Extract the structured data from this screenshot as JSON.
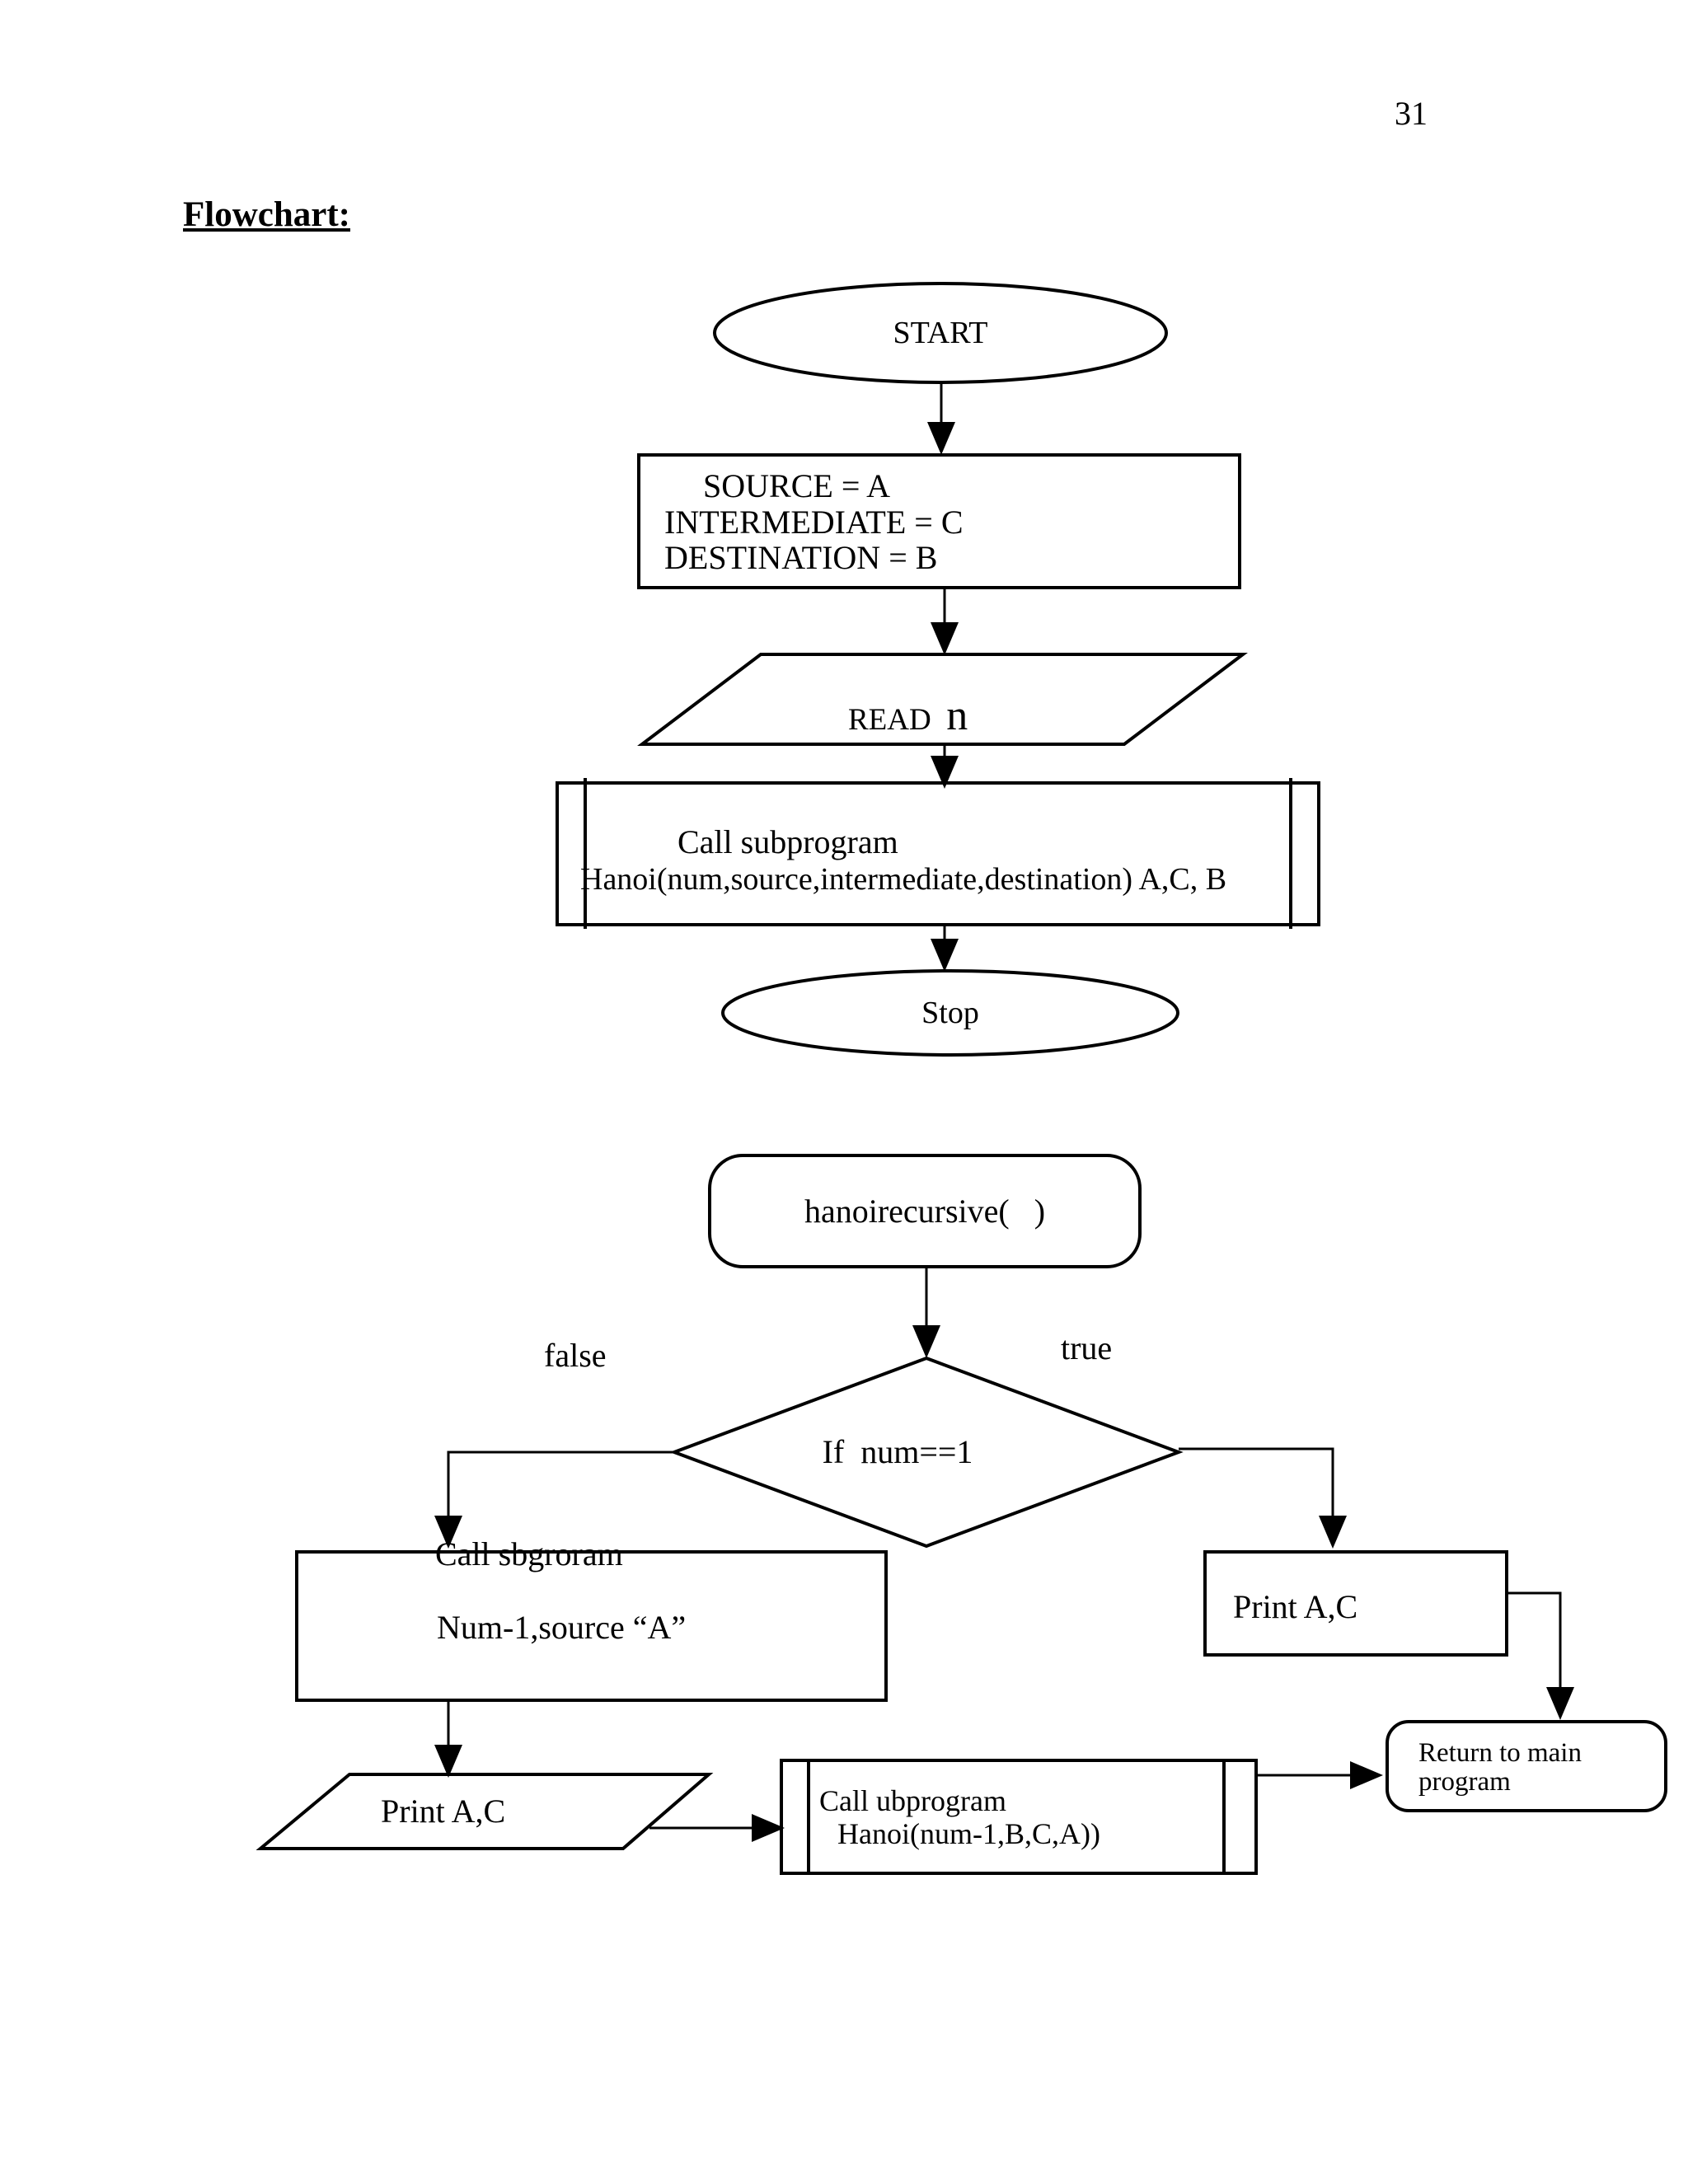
{
  "page": {
    "number": "31",
    "heading": "Flowchart:"
  },
  "colors": {
    "ink": "#000000",
    "background": "#ffffff"
  },
  "main_flow": {
    "start_label": "START",
    "init_lines": [
      "SOURCE = A",
      "INTERMEDIATE = C",
      "DESTINATION = B"
    ],
    "read": {
      "keyword": "READ",
      "variable": "n"
    },
    "call_subprogram": {
      "line1": "Call subprogram",
      "line2": "Hanoi(num,source,intermediate,destination) A,C, B"
    },
    "stop_label": "Stop"
  },
  "subprogram_flow": {
    "entry_label": "hanoirecursive(   )",
    "decision_label": "If  num==1",
    "branch_false_label": "false",
    "branch_true_label": "true",
    "call_sbgroram": {
      "line1": "Call sbgroram",
      "line2": "Num-1,source “A”"
    },
    "print_false_label": "Print A,C",
    "call_ubprogram": {
      "line1": "Call ubprogram",
      "line2": "Hanoi(num-1,B,C,A))"
    },
    "print_true_label": "Print A,C",
    "return_box": {
      "line1": "Return to main",
      "line2": "program"
    }
  }
}
